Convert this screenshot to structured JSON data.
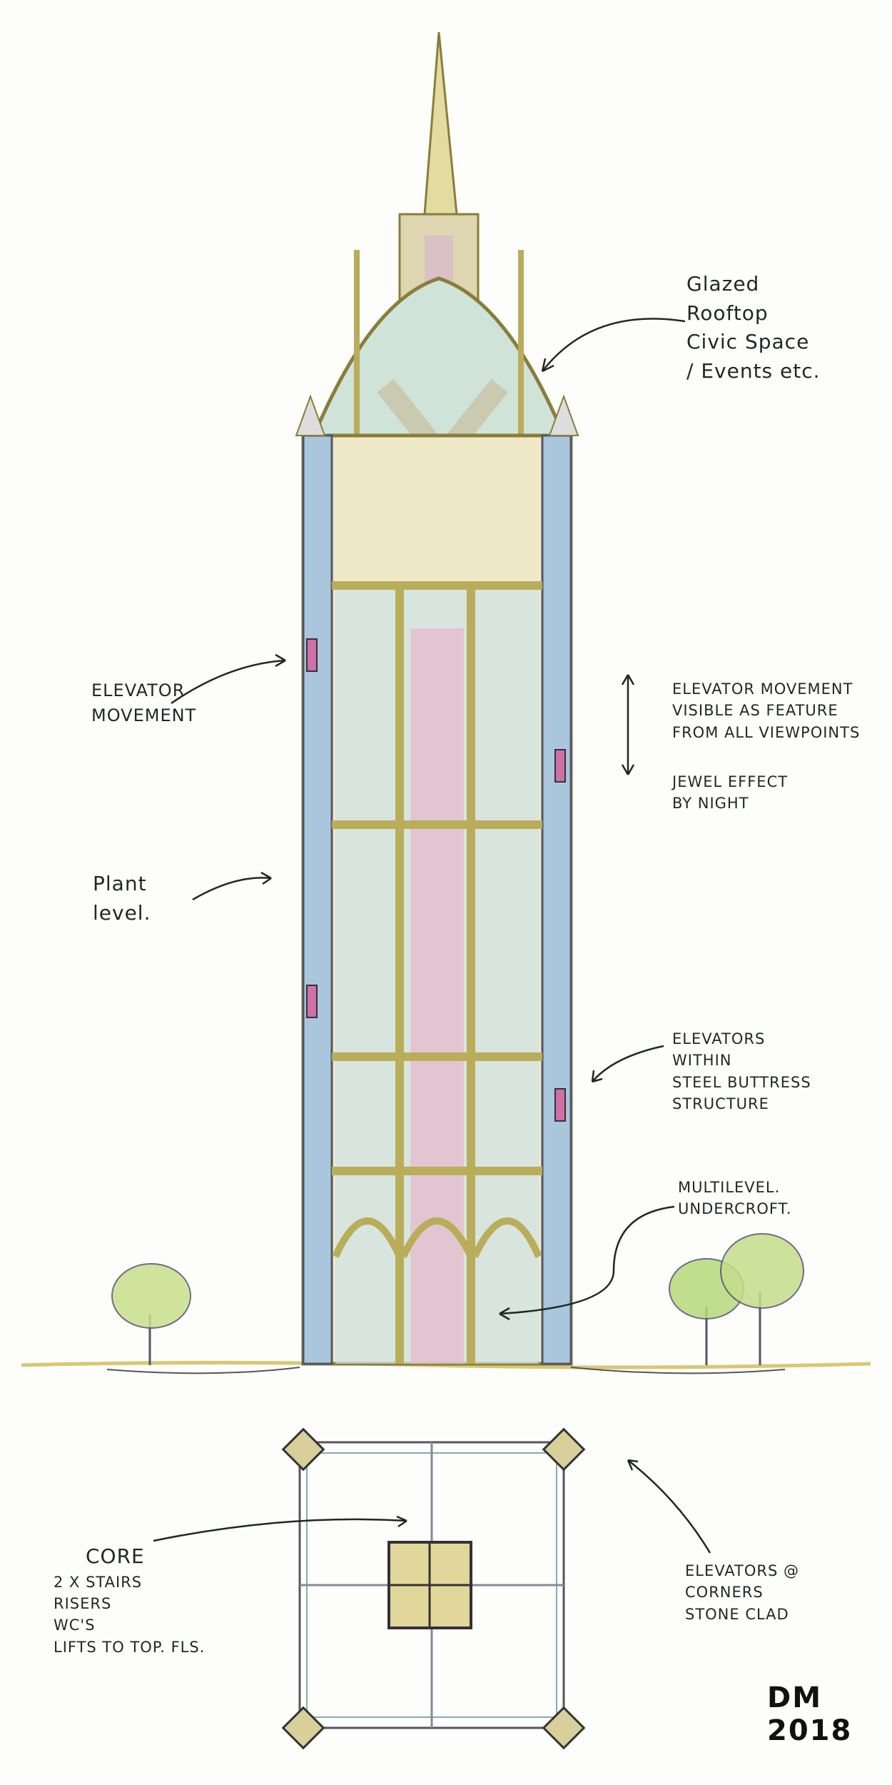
{
  "annotations": {
    "rooftop": [
      "Glazed",
      "Rooftop",
      "Civic Space",
      "/ Events etc."
    ],
    "elevator_left": [
      "Elevator",
      "Movement"
    ],
    "elevator_visible": [
      "Elevator movement",
      "visible as feature",
      "from all viewpoints"
    ],
    "jewel": [
      "Jewel effect",
      "by night"
    ],
    "plant": [
      "Plant",
      "level."
    ],
    "buttress": [
      "Elevators",
      "within",
      "steel buttress",
      "structure"
    ],
    "undercroft": [
      "Multilevel.",
      "Undercroft."
    ],
    "core": [
      "Core",
      "2 x stairs",
      "risers",
      "WC's",
      "lifts to top. Fls."
    ],
    "corners": [
      "Elevators @",
      "corners",
      "stone clad"
    ]
  },
  "signature": "DM 2018",
  "colors": {
    "ink": "#1d2a22",
    "stone": "#b9ad5a",
    "glass": "#9cc3d6",
    "pink": "#d9a0c0",
    "tree": "#b6d97a"
  }
}
